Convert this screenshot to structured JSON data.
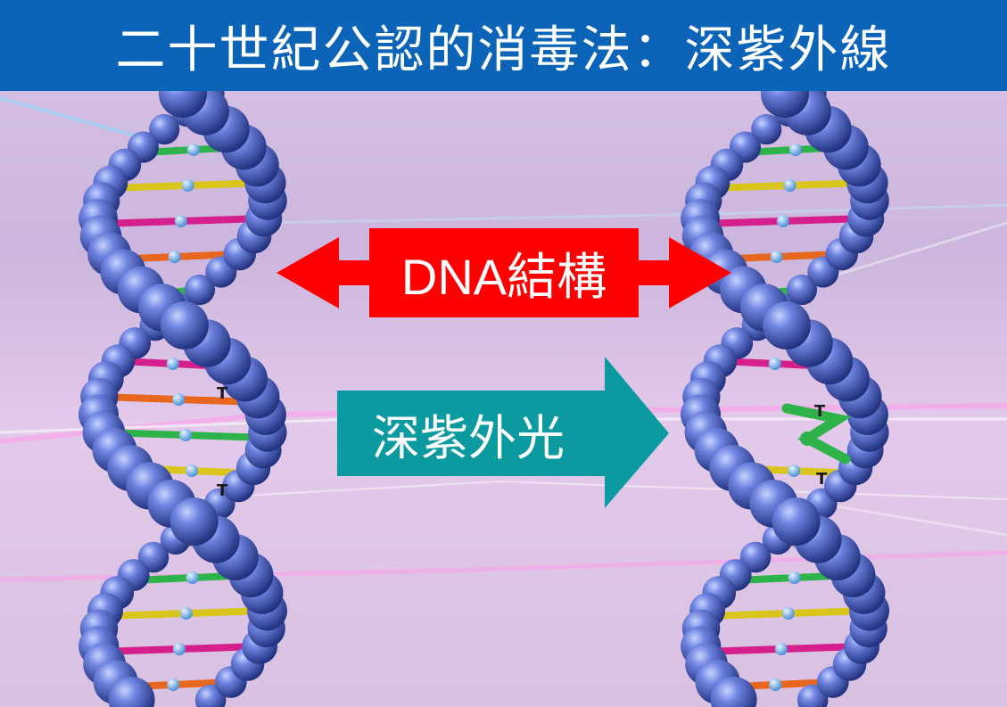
{
  "header": {
    "title": "二十世紀公認的消毒法：深紫外線"
  },
  "labels": {
    "dna_structure": "DNA結構",
    "uv_light": "深紫外光",
    "base_t": "T"
  },
  "colors": {
    "header_bg": "#0b64b8",
    "dna_arrow": "#ff0000",
    "uv_arrow": "#0a9aa0",
    "backbone": "#3f56b8",
    "base_colors": [
      "#e8671f",
      "#2db34a",
      "#d9c51c",
      "#d41f8c"
    ]
  }
}
